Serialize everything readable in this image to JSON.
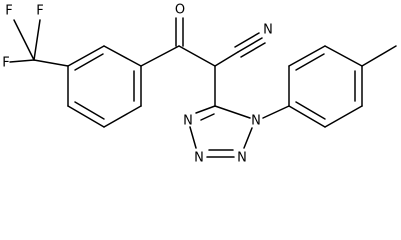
{
  "diagram": {
    "type": "skeletal-formula",
    "atom_labels": {
      "cf3_f_top_left": "F",
      "cf3_f_top_right": "F",
      "cf3_f_left": "F",
      "carbonyl_o": "O",
      "nitrile_n": "N",
      "tetrazole_n1": "N",
      "tetrazole_n2": "N",
      "tetrazole_n3": "N",
      "tetrazole_n4": "N"
    }
  }
}
